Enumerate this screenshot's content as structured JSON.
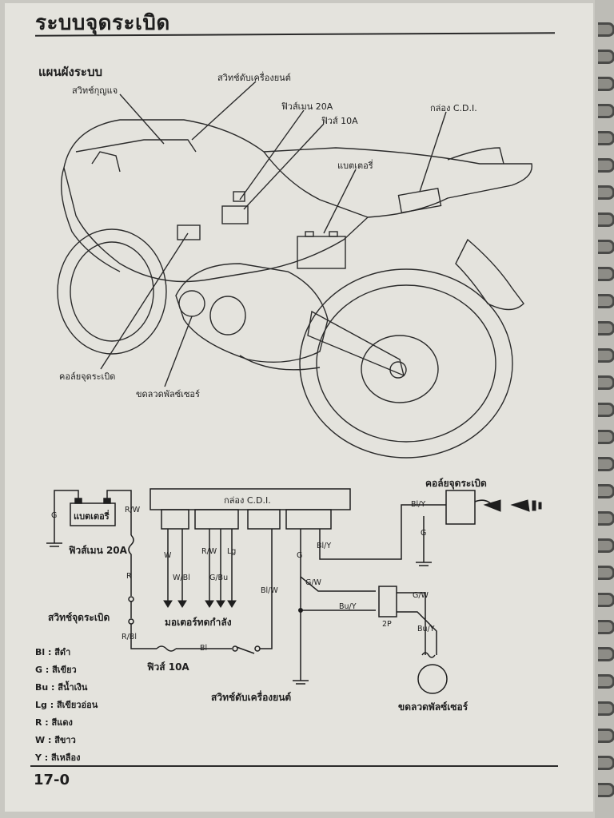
{
  "header": {
    "title": "ระบบจุดระเบิด",
    "page_number": "17-0"
  },
  "overview": {
    "title": "แผนผังระบบ",
    "callouts": {
      "key_switch": "สวิทช์กุญแจ",
      "engine_stop_switch": "สวิทช์ดับเครื่องยนต์",
      "main_fuse": "ฟิวส์เมน 20A",
      "fuse": "ฟิวส์ 10A",
      "cdi_box": "กล่อง C.D.I.",
      "battery": "แบตเตอรี่",
      "ignition_coil": "คอล์ยจุดระเบิด",
      "pulser_coil": "ขดลวดพัลซ์เซอร์"
    }
  },
  "schematic": {
    "battery": "แบตเตอรี่",
    "cdi_box": "กล่อง C.D.I.",
    "ignition_coil": "คอล์ยจุดระเบิด",
    "main_fuse": "ฟิวส์เมน 20A",
    "ignition_switch": "สวิทช์จุดระเบิด",
    "fuse": "ฟิวส์ 10A",
    "engine_stop_switch": "สวิทช์ดับเครื่องยนต์",
    "pulser_coil": "ขดลวดพัลซ์เซอร์",
    "wire_harness": "มอเตอร์ทดกำลัง",
    "connector": "2P",
    "wires": {
      "g_battery": "G",
      "rw_battery": "R/W",
      "r": "R",
      "rbl": "R/Bl",
      "bl": "Bl",
      "w": "W",
      "wbl": "W/Bl",
      "rw": "R/W",
      "lg": "Lg",
      "gbu": "G/Bu",
      "blw": "Bl/W",
      "g_cdi": "G",
      "bly_cdi": "Bl/Y",
      "gw_cdi": "G/W",
      "buy_cdi": "Bu/Y",
      "bly_coil": "Bl/Y",
      "g_coil": "G",
      "gw_pulser": "G/W",
      "buy_pulser": "Bu/Y"
    }
  },
  "legend": [
    "Bl : สีดำ",
    "G : สีเขียว",
    "Bu : สีน้ำเงิน",
    "Lg : สีเขียวอ่อน",
    "R : สีแดง",
    "W : สีขาว",
    "Y : สีเหลือง"
  ]
}
